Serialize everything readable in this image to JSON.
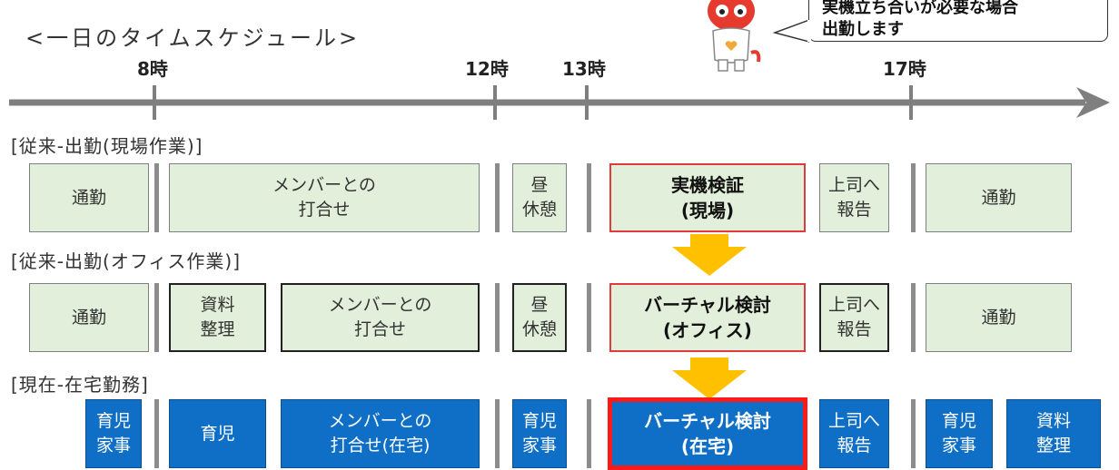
{
  "title": "<一日のタイムスケジュール>",
  "callout": {
    "line1": "実機立ち合いが必要な場合",
    "line2": "出勤します"
  },
  "timeline": {
    "hours": [
      {
        "label": "8時"
      },
      {
        "label": "12時"
      },
      {
        "label": "13時"
      },
      {
        "label": "17時"
      }
    ]
  },
  "sections": [
    {
      "label": "[従来-出勤(現場作業)]",
      "blocks": [
        {
          "text": "通勤"
        },
        {
          "text": "メンバーとの\n打合せ"
        },
        {
          "text": "昼\n休憩"
        },
        {
          "text": "実機検証\n(現場)"
        },
        {
          "text": "上司へ\n報告"
        },
        {
          "text": "通勤"
        }
      ]
    },
    {
      "label": "[従来-出勤(オフィス作業)]",
      "blocks": [
        {
          "text": "通勤"
        },
        {
          "text": "資料\n整理"
        },
        {
          "text": "メンバーとの\n打合せ"
        },
        {
          "text": "昼\n休憩"
        },
        {
          "text": "バーチャル検討\n(オフィス)"
        },
        {
          "text": "上司へ\n報告"
        },
        {
          "text": "通勤"
        }
      ]
    },
    {
      "label": "[現在-在宅勤務]",
      "blocks": [
        {
          "text": "育児\n家事"
        },
        {
          "text": "育児"
        },
        {
          "text": "メンバーとの\n打合せ(在宅)"
        },
        {
          "text": "育児\n家事"
        },
        {
          "text": "バーチャル検討\n(在宅)"
        },
        {
          "text": "上司へ\n報告"
        },
        {
          "text": "育児\n家事"
        },
        {
          "text": "資料\n整理"
        }
      ]
    }
  ],
  "colors": {
    "green_fill": "#e2efda",
    "blue_fill": "#0f6fc6",
    "highlight_red": "#ff1a1a",
    "arrow_orange": "#ffc000",
    "timeline_gray": "#7f7f7f"
  }
}
